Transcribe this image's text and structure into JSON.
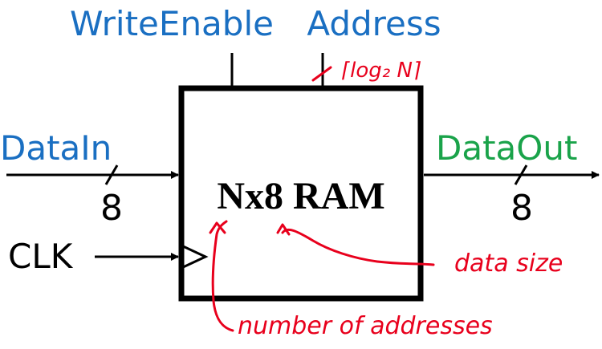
{
  "block": {
    "title": "Nx8 RAM"
  },
  "signals": {
    "write_enable": "WriteEnable",
    "address": "Address",
    "data_in": "DataIn",
    "data_out": "DataOut",
    "clk": "CLK"
  },
  "bus_widths": {
    "data_in": "8",
    "data_out": "8"
  },
  "annotations": {
    "address_width": "⌈log₂ N⌉",
    "data_size": "data size",
    "number_of_addresses": "number of addresses"
  },
  "colors": {
    "input_label": "#1a6fc2",
    "output_label": "#1aa34a",
    "ink": "#e8001c",
    "stroke": "#000000"
  }
}
